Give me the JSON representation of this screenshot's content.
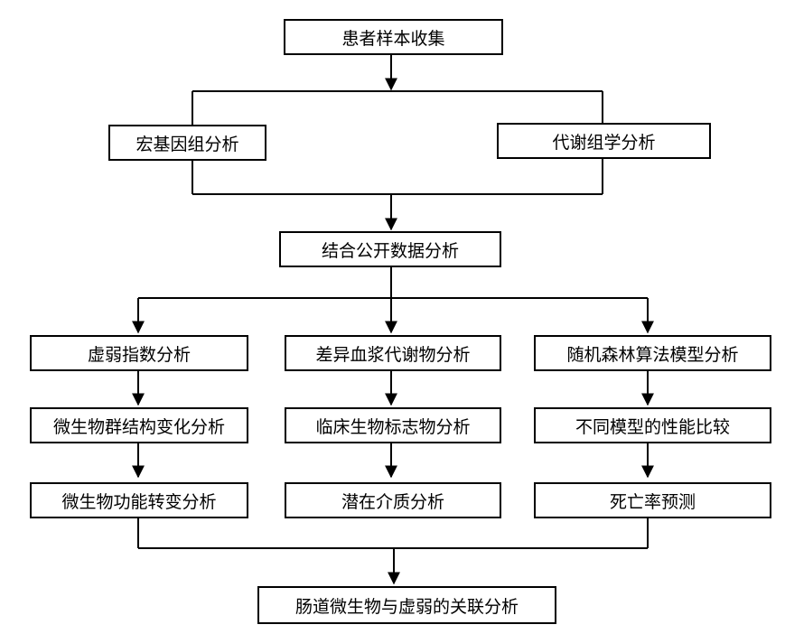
{
  "diagram": {
    "nodes": {
      "sample_collection": "患者样本收集",
      "metagenomic": "宏基因组分析",
      "metabolomic": "代谢组学分析",
      "public_data": "结合公开数据分析",
      "frailty_index": "虚弱指数分析",
      "plasma_metabolites": "差异血浆代谢物分析",
      "random_forest": "随机森林算法模型分析",
      "microbiome_structure": "微生物群结构变化分析",
      "clinical_biomarkers": "临床生物标志物分析",
      "model_comparison": "不同模型的性能比较",
      "microbial_function": "微生物功能转变分析",
      "mediators": "潜在介质分析",
      "mortality_prediction": "死亡率预测",
      "final_association": "肠道微生物与虚弱的关联分析"
    },
    "line_color": "#000000"
  }
}
